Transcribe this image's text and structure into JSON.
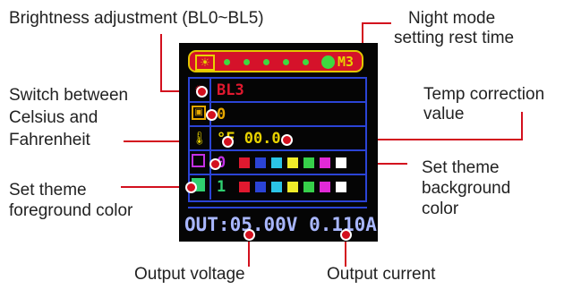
{
  "labels": {
    "brightness": "Brightness adjustment (BL0~BL5)",
    "night_mode_line1": "Night mode",
    "night_mode_line2": "setting rest time",
    "switch_line1": "Switch between",
    "switch_line2": "Celsius and",
    "switch_line3": "Fahrenheit",
    "temp_corr_line1": "Temp correction",
    "temp_corr_line2": "value",
    "bg_line1": "Set theme",
    "bg_line2": "background",
    "bg_line3": "color",
    "fg_line1": "Set theme",
    "fg_line2": "foreground color",
    "out_voltage": "Output voltage",
    "out_current": "Output current"
  },
  "screen": {
    "top_mode": "M3",
    "rows": [
      {
        "icon": "brightness-sun-icon",
        "text": "BL3",
        "color": "#e0192f"
      },
      {
        "icon": "night-timer-icon",
        "text": "0",
        "color": "#e8a800"
      },
      {
        "icon": "thermometer-icon",
        "text": "°F 00.0",
        "color": "#e8d200"
      },
      {
        "icon": "background-color-icon",
        "text": "0",
        "color": "#c430e6"
      },
      {
        "icon": "foreground-color-icon",
        "text": "1",
        "color": "#2fd070"
      }
    ],
    "output": "OUT:05.00V 0.110A",
    "swatch_colors": [
      "#e0192f",
      "#2b44d6",
      "#2bc4e6",
      "#f0ec2a",
      "#37d04a",
      "#e02ad6",
      "#ffffff"
    ],
    "accent_border": "#2b44d6",
    "marker_color": "#d3101e"
  }
}
